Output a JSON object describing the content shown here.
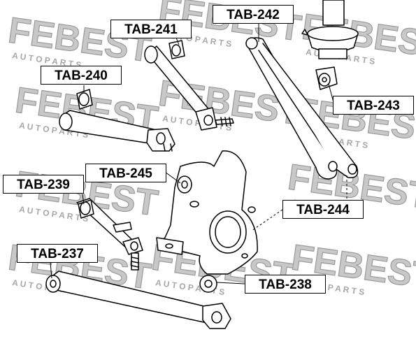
{
  "watermark": {
    "brand": "FEBEST",
    "tagline": "A U T O   P A R T S",
    "color": "#c8c8c8"
  },
  "labels": {
    "tab_237": "TAB-237",
    "tab_238": "TAB-238",
    "tab_239": "TAB-239",
    "tab_240": "TAB-240",
    "tab_241": "TAB-241",
    "tab_242": "TAB-242",
    "tab_243": "TAB-243",
    "tab_244": "TAB-244",
    "tab_245": "TAB-245"
  },
  "colors": {
    "line": "#000000",
    "label_border": "#000000"
  }
}
